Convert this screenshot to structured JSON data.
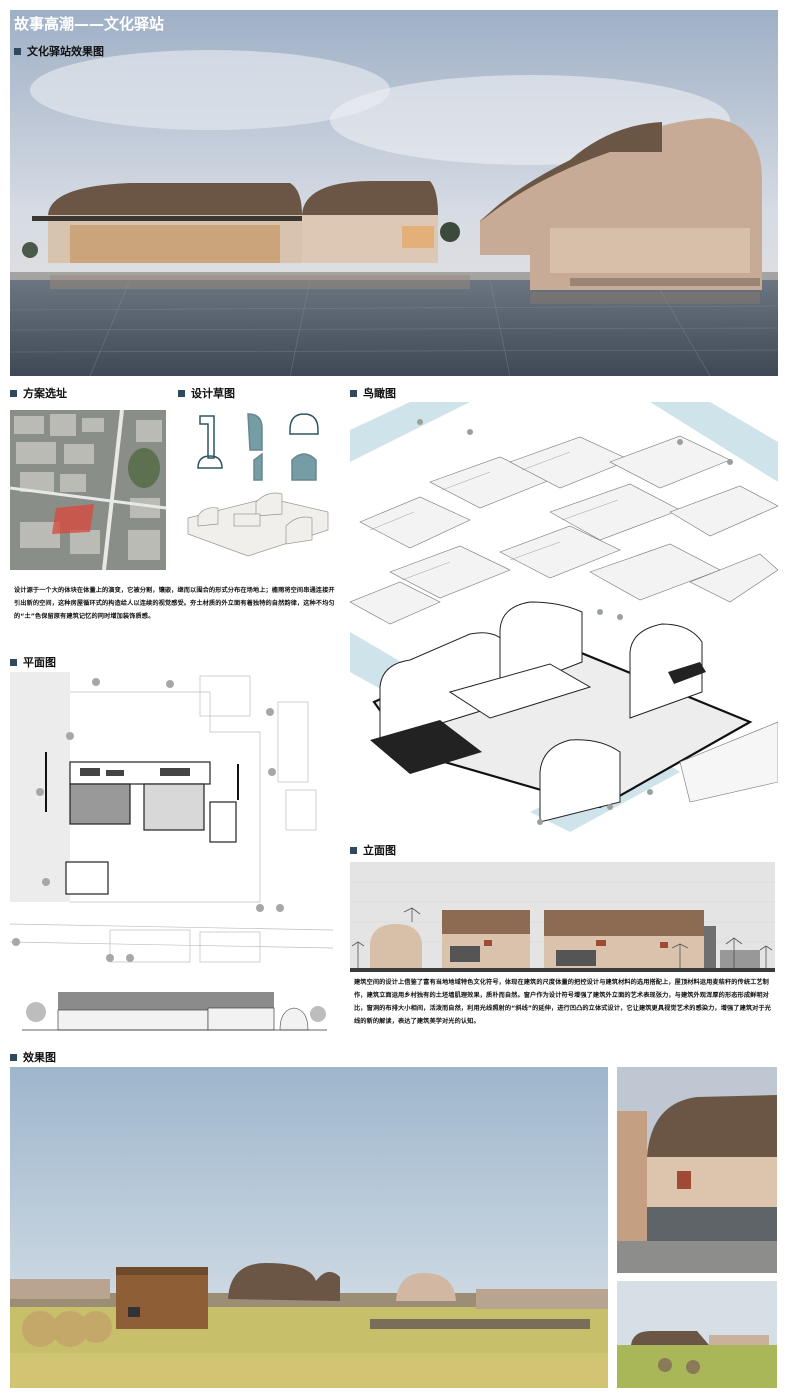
{
  "header": {
    "title": "故事高潮——文化驿站",
    "subtitle": "文化驿站效果图"
  },
  "sections": {
    "site": "方案选址",
    "sketch": "设计草图",
    "aerial": "鸟瞰图",
    "plan": "平面图",
    "elevation": "立面图",
    "renders": "效果图"
  },
  "text": {
    "design_intro": "设计源于一个大的体块在体量上的演变，它被分割，镶嵌，继而以围合的形式分布在场地上；檐雨将空间串通连接开引出新的空间，这种房屋循环式的构造给人以连续的视觉感受。夯土材质的外立面有着独特的自然韵律，这种不均匀的“土”色保留原有建筑记忆的同时增加装饰质感。",
    "elevation_desc": "建筑空间的设计上借鉴了富有当地地域特色文化符号，体现在建筑的尺度体量的把控设计与建筑材料的选用搭配上，屋顶材料运用麦秸秆的传统工艺制作，建筑立面运用乡村独有的土坯墙肌理效果，质朴而自然。窗户作为设计符号增强了建筑外立面的艺术表现张力，与建筑外观浑厚的形态形成鲜明对比，窗洞的布排大小相间，活泼而自然，利用光线照射的“斜线”的延伸，进行凹凸的立体式设计，它让建筑更具视觉艺术的感染力，增强了建筑对于光线的新的解读，表达了建筑美学对光的认知。"
  },
  "colors": {
    "accent_square": "#2e4a5c",
    "thatch": "#6b5646",
    "rammed_earth": "#cfb7a2",
    "sky": "#b8c6d6"
  }
}
